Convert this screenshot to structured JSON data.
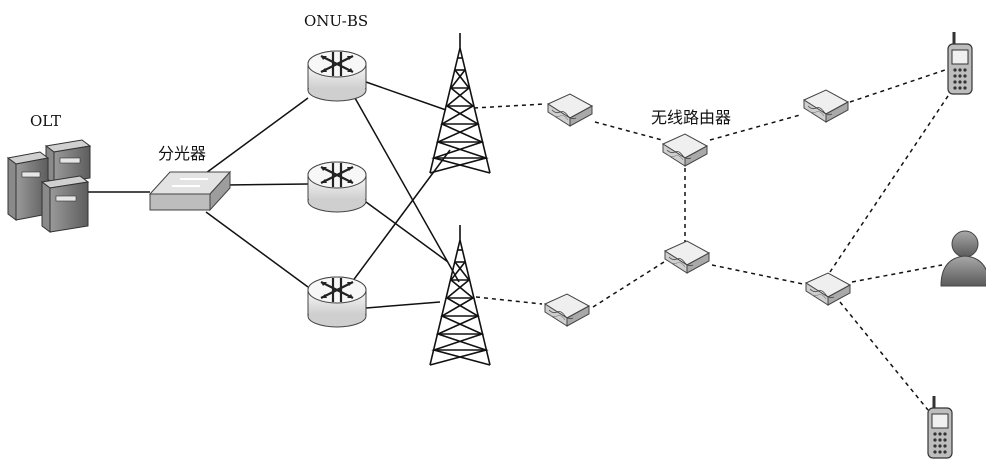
{
  "labels": {
    "olt": "OLT",
    "splitter": "分光器",
    "onu_bs": "ONU-BS",
    "wireless_router": "无线路由器"
  },
  "nodes": [
    {
      "id": "olt",
      "type": "server",
      "label_key": "olt"
    },
    {
      "id": "splitter",
      "type": "splitter",
      "label_key": "splitter"
    },
    {
      "id": "onu1",
      "type": "router"
    },
    {
      "id": "onu2",
      "type": "router"
    },
    {
      "id": "onu3",
      "type": "router"
    },
    {
      "id": "tower1",
      "type": "tower"
    },
    {
      "id": "tower2",
      "type": "tower"
    },
    {
      "id": "wr1",
      "type": "wireless-router"
    },
    {
      "id": "wr2",
      "type": "wireless-router"
    },
    {
      "id": "wr3",
      "type": "wireless-router"
    },
    {
      "id": "wr4",
      "type": "wireless-router"
    },
    {
      "id": "wr5",
      "type": "wireless-router"
    },
    {
      "id": "wr6",
      "type": "wireless-router"
    },
    {
      "id": "phone1",
      "type": "phone"
    },
    {
      "id": "user",
      "type": "user"
    },
    {
      "id": "phone2",
      "type": "phone"
    }
  ],
  "links": {
    "wired": [
      [
        "olt",
        "splitter"
      ],
      [
        "splitter",
        "onu1"
      ],
      [
        "splitter",
        "onu2"
      ],
      [
        "splitter",
        "onu3"
      ],
      [
        "onu1",
        "tower1"
      ],
      [
        "onu1",
        "tower2"
      ],
      [
        "onu2",
        "tower2"
      ],
      [
        "onu3",
        "tower1"
      ],
      [
        "onu3",
        "tower2"
      ]
    ],
    "wireless": [
      [
        "tower1",
        "wr1"
      ],
      [
        "wr1",
        "wr2"
      ],
      [
        "wr2",
        "wr3"
      ],
      [
        "wr3",
        "phone1"
      ],
      [
        "tower2",
        "wr4"
      ],
      [
        "wr4",
        "wr5"
      ],
      [
        "wr2",
        "wr5"
      ],
      [
        "wr5",
        "wr6"
      ],
      [
        "wr6",
        "phone1"
      ],
      [
        "wr6",
        "user"
      ],
      [
        "wr6",
        "phone2"
      ]
    ]
  }
}
